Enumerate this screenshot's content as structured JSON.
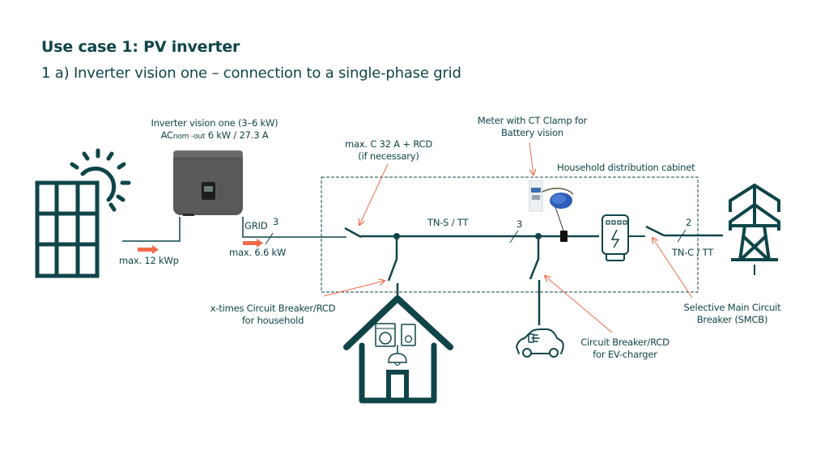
{
  "header": {
    "title": "Use case 1: PV inverter",
    "subtitle": "1 a) Inverter vision one – connection to a single-phase grid"
  },
  "colors": {
    "primary": "#0f4549",
    "accent_arrow": "#f26b4a",
    "background": "#ffffff"
  },
  "labels": {
    "pv_max": "max. 12 kWp",
    "inverter_line1": "Inverter vision one (3–6 kW)",
    "inverter_line2_prefix": "AC",
    "inverter_line2_sub": "nom -out",
    "inverter_line2_suffix": " 6 kW / 27.3 A",
    "grid": "GRID",
    "grid_wires": "3",
    "grid_max": "max. 6.6 kW",
    "breaker_line1": "max. C 32 A + RCD",
    "breaker_line2": "(if necessary)",
    "network_type_1": "TN-S / TT",
    "bus_wires": "3",
    "meter_line1": "Meter with CT Clamp for",
    "meter_line2": "Battery vision",
    "cabinet": "Household distribution cabinet",
    "main_wires": "2",
    "network_type_2": "TN-C / TT",
    "household_cb_line1": "x-times Circuit Breaker/RCD",
    "household_cb_line2": "for household",
    "ev_cb_line1": "Circuit Breaker/RCD",
    "ev_cb_line2": "for EV-charger",
    "smcb_line1": "Selective Main Circuit",
    "smcb_line2": "Breaker (SMCB)"
  },
  "icons": {
    "pv": "solar-panel-icon",
    "sun": "sun-icon",
    "inverter": "inverter-device",
    "meter": "energy-meter-device",
    "ct_clamp": "ct-clamp-device",
    "grid_meter": "grid-meter-icon",
    "tower": "transmission-tower-icon",
    "house": "house-icon",
    "ev": "electric-car-icon"
  }
}
